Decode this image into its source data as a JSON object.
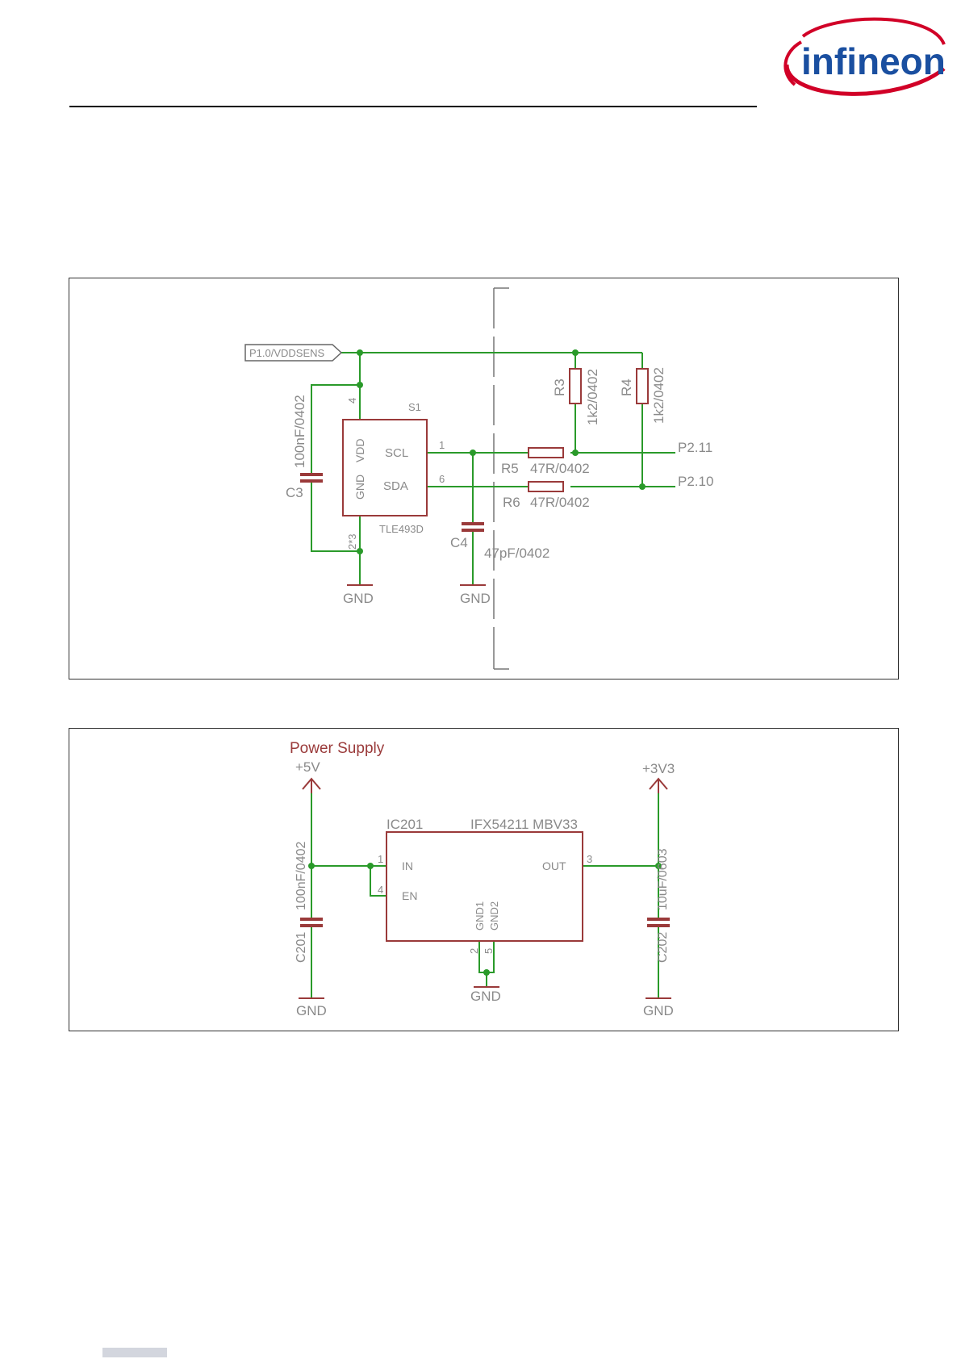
{
  "brand": {
    "name": "infineon",
    "colors": {
      "red": "#d10027",
      "blue": "#1a4fa0"
    }
  },
  "colors": {
    "wire": "#2a9a2a",
    "part": "#9a3a3a",
    "label": "#8a8a8a",
    "junction": "#2a9a2a"
  },
  "sensor_schematic": {
    "port_label": "P1.0/VDDSENS",
    "ic": {
      "ref": "S1",
      "part": "TLE493D",
      "pins": {
        "scl": "SCL",
        "sda": "SDA",
        "vdd": "VDD",
        "gnd": "GND"
      },
      "pin_numbers": {
        "vdd": "4",
        "scl": "1",
        "sda": "6",
        "gnd": "2*3"
      }
    },
    "c3": {
      "ref": "C3",
      "value": "100nF/0402"
    },
    "c4": {
      "ref": "C4",
      "value": "47pF/0402"
    },
    "r3": {
      "ref": "R3",
      "value": "1k2/0402"
    },
    "r4": {
      "ref": "R4",
      "value": "1k2/0402"
    },
    "r5": {
      "ref": "R5",
      "value": "47R/0402"
    },
    "r6": {
      "ref": "R6",
      "value": "47R/0402"
    },
    "nets": {
      "scl_out": "P2.11",
      "sda_out": "P2.10"
    },
    "gnd_label": "GND"
  },
  "power_schematic": {
    "title": "Power Supply",
    "vin": "+5V",
    "vout": "+3V3",
    "ic": {
      "ref": "IC201",
      "part": "IFX54211 MBV33",
      "pins": {
        "in": "IN",
        "en": "EN",
        "out": "OUT",
        "gnd1": "GND1",
        "gnd2": "GND2"
      },
      "pin_numbers": {
        "in": "1",
        "en": "4",
        "out": "3",
        "gnd1": "2",
        "gnd2": "5"
      }
    },
    "c201": {
      "ref": "C201",
      "value": "100nF/0402"
    },
    "c202": {
      "ref": "C202",
      "value": "10uF/0603"
    },
    "gnd_label": "GND"
  }
}
